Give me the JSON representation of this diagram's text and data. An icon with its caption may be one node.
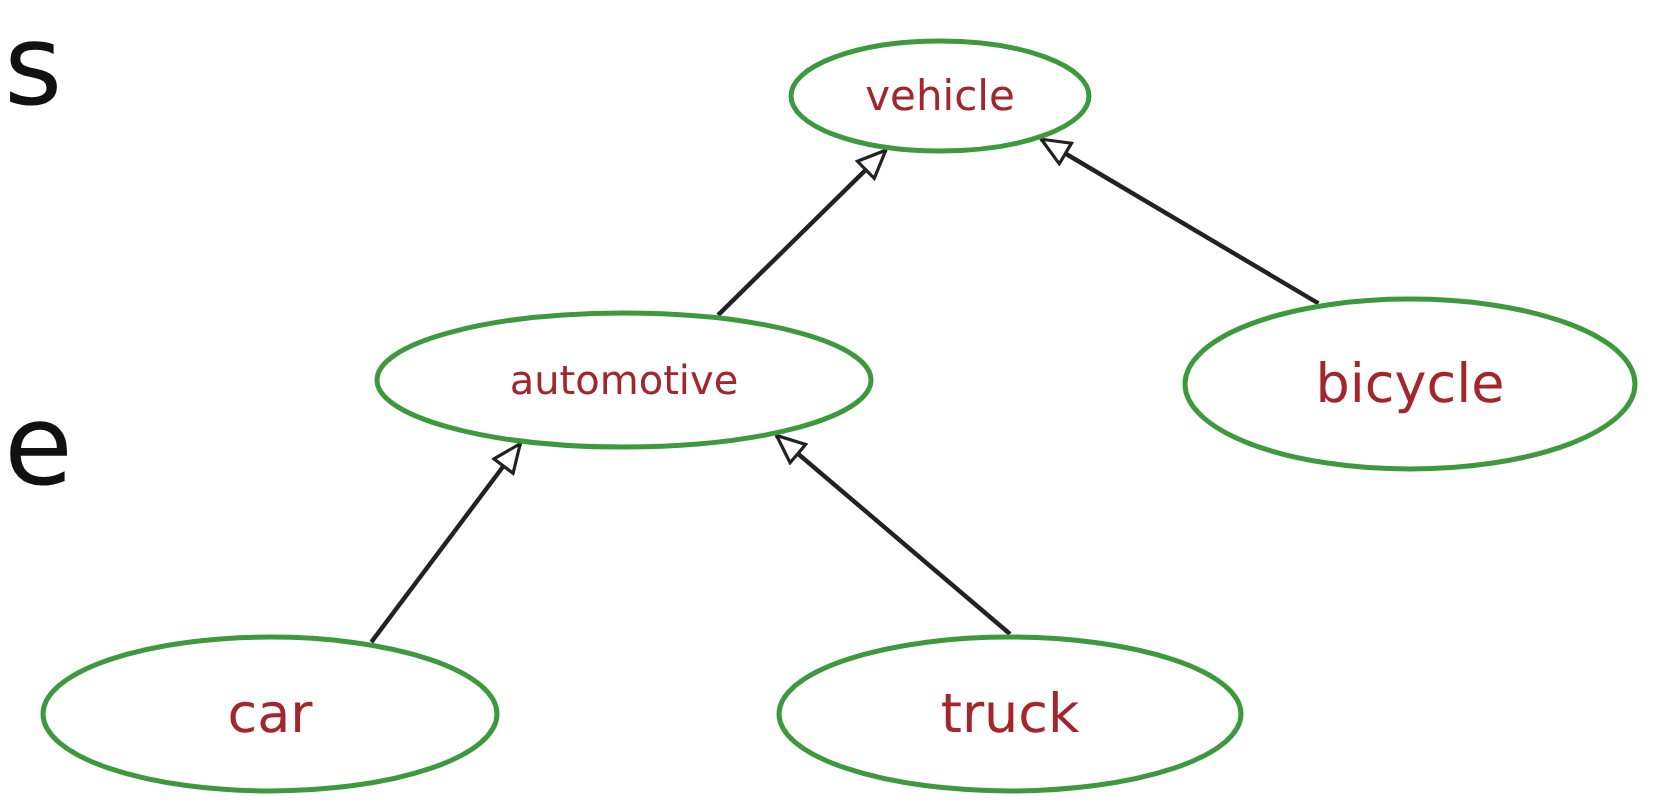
{
  "diagram": {
    "nodes": [
      {
        "text": [
          "vehicle"
        ]
      },
      {
        "text": [
          "automotive"
        ]
      },
      {
        "text": [
          "bicycle"
        ]
      },
      {
        "text": [
          "car"
        ]
      },
      {
        "text": [
          "truck"
        ]
      }
    ],
    "edges": [
      {
        "from": 1,
        "to": 0,
        "arrow": "to"
      },
      {
        "from": 2,
        "to": 0,
        "arrow": "to"
      },
      {
        "from": 3,
        "to": 1,
        "arrow": "to"
      },
      {
        "from": 4,
        "to": 1,
        "arrow": "to"
      }
    ],
    "labels": [
      "s",
      "e"
    ]
  }
}
